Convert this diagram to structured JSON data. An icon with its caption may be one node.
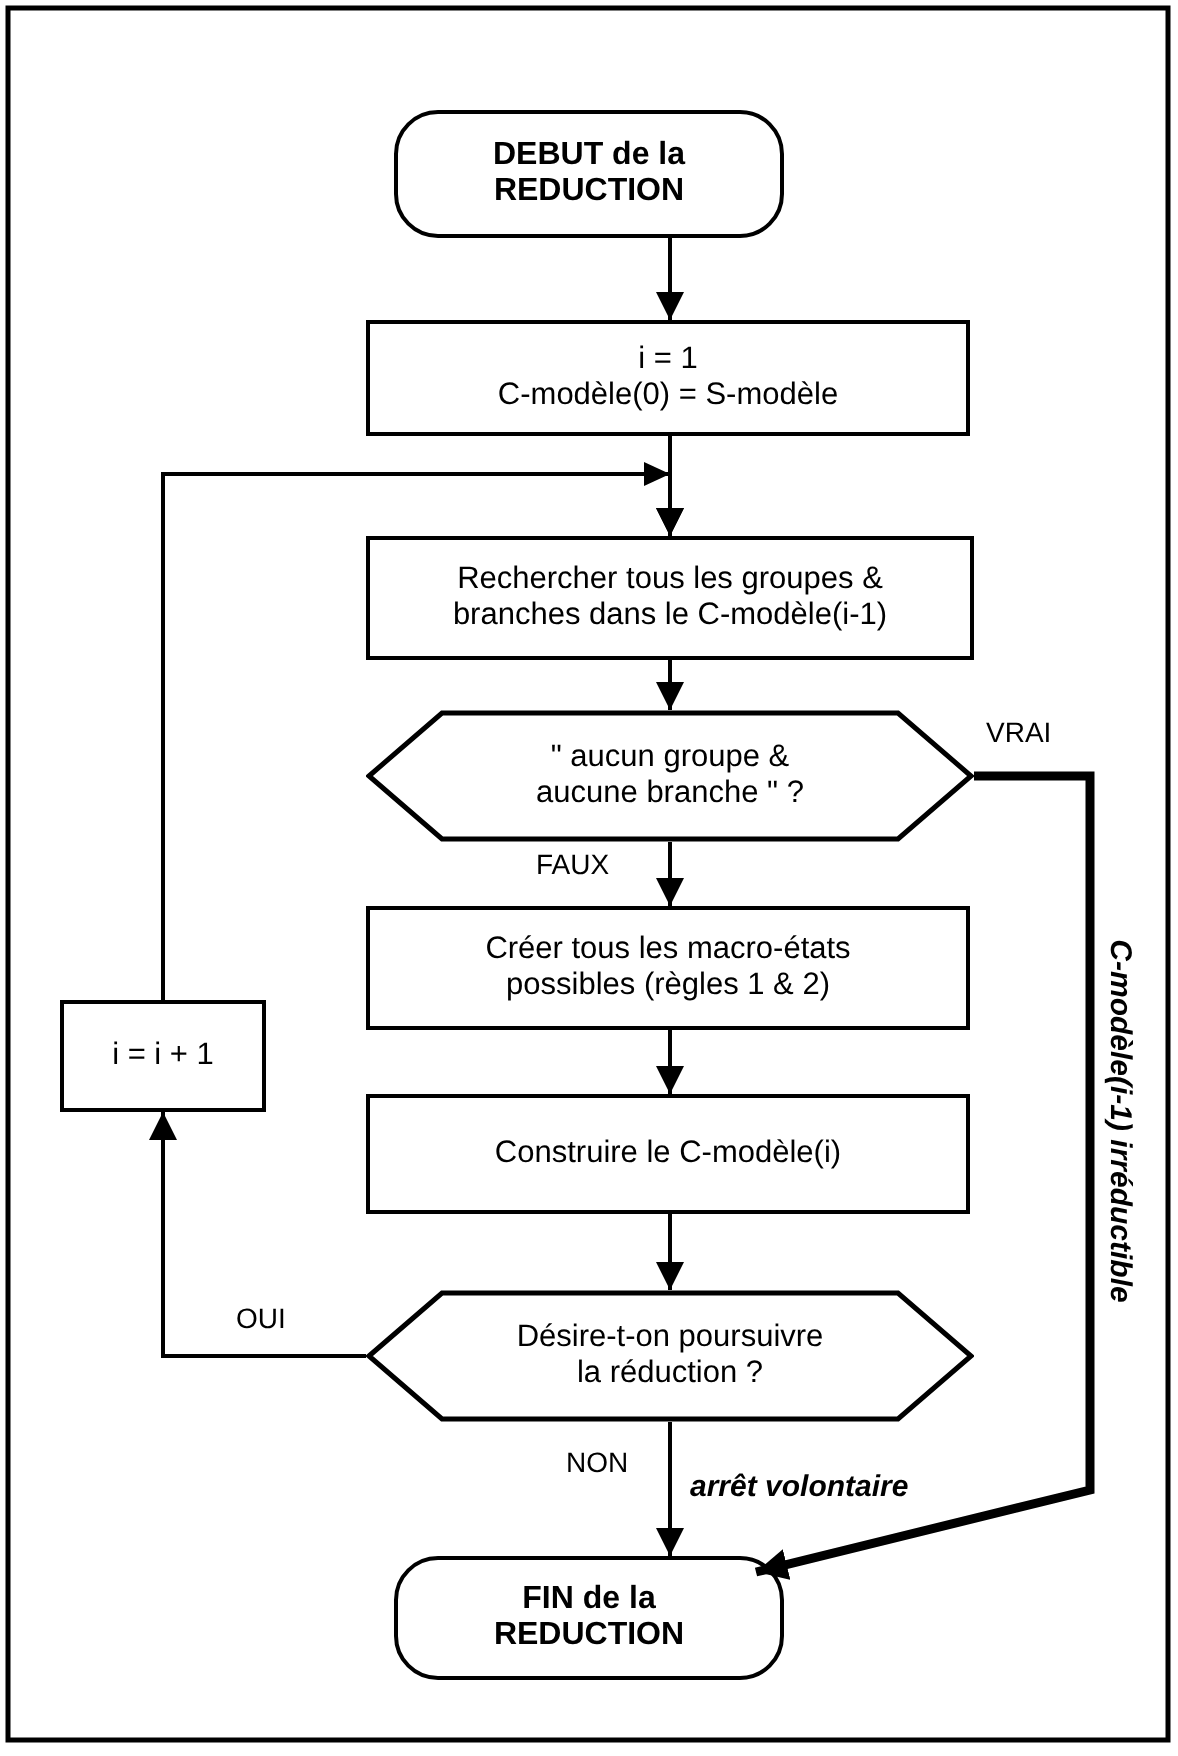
{
  "diagram": {
    "nodes": [
      {
        "text": [
          "DEBUT de la REDUCTION"
        ]
      },
      {
        "text": [
          "i = 1",
          "C-modèle(0) = S-modèle"
        ]
      },
      {
        "text": [
          "Rechercher tous les groupes & branches dans le C-modèle(i-1)"
        ]
      },
      {
        "text": [
          "\" aucun groupe & aucune branche \" ?"
        ]
      },
      {
        "text": [
          "Créer tous les macro-états possibles (règles 1 & 2)"
        ]
      },
      {
        "text": [
          "Construire le C-modèle(i)"
        ]
      },
      {
        "text": [
          "Désire-t-on poursuivre la réduction ?"
        ]
      },
      {
        "text": [
          "FIN de la REDUCTION"
        ]
      },
      {
        "text": [
          "i = i + 1"
        ]
      }
    ],
    "edges": [
      {
        "from": 0,
        "to": 1,
        "arrow": "to"
      },
      {
        "from": 1,
        "to": 2,
        "arrow": "to"
      },
      {
        "from": 2,
        "to": 3,
        "arrow": "to"
      },
      {
        "from": 3,
        "to": 4,
        "arrow": "to",
        "label": "FAUX"
      },
      {
        "from": 4,
        "to": 5,
        "arrow": "to"
      },
      {
        "from": 5,
        "to": 6,
        "arrow": "to"
      },
      {
        "from": 6,
        "to": 8,
        "arrow": "to",
        "label": "OUI"
      },
      {
        "from": 8,
        "to": 2,
        "arrow": "to"
      },
      {
        "from": 6,
        "to": 7,
        "arrow": "to",
        "label": "arrêt volontaire"
      },
      {
        "from": 3,
        "to": 7,
        "arrow": "to",
        "label": "C-modèle(i-1) irréductible",
        "style": "thick"
      }
    ],
    "labels": [
      "VRAI",
      "NON"
    ]
  }
}
